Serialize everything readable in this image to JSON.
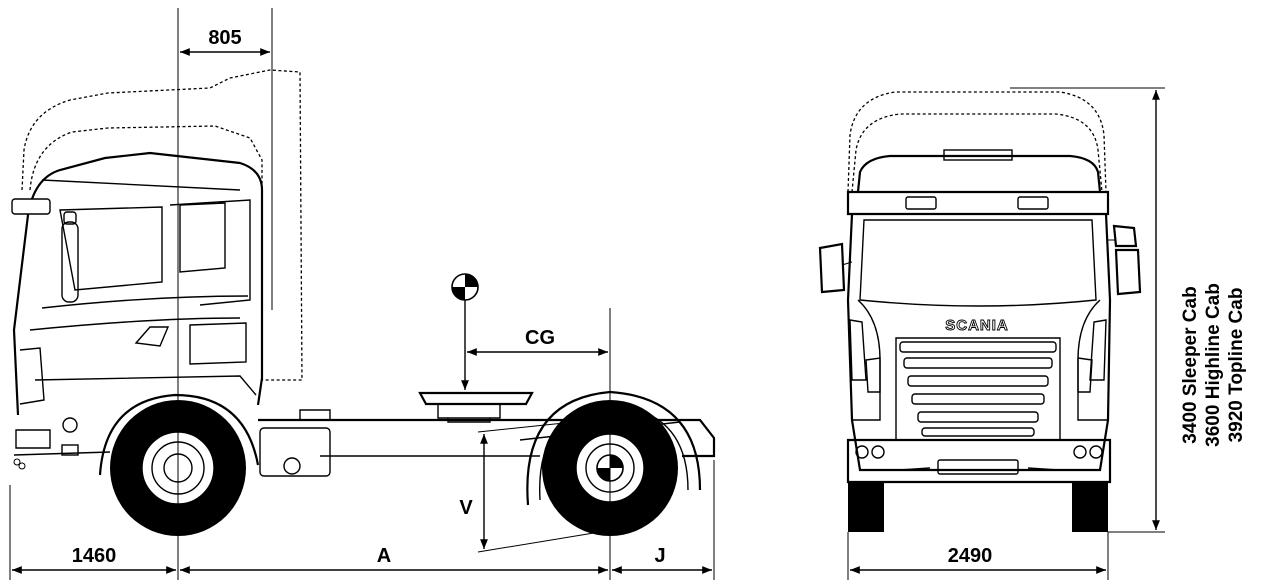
{
  "dimensions": {
    "top_offset": "805",
    "front_overhang": "1460",
    "wheelbase": "A",
    "rear_overhang": "J",
    "fifth_wheel_height": "V",
    "center_of_gravity": "CG",
    "vehicle_width": "2490"
  },
  "cab_heights": [
    "3400 Sleeper Cab",
    "3600 Highline Cab",
    "3920 Topline Cab"
  ],
  "brand": "SCANIA"
}
